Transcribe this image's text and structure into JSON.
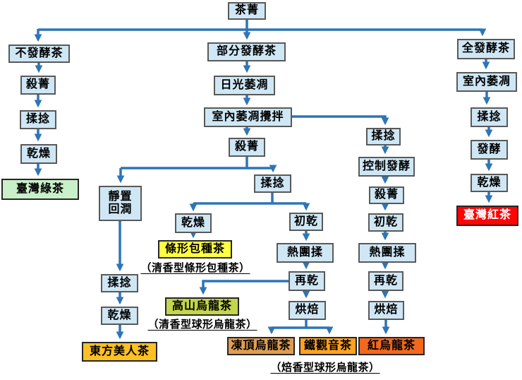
{
  "colors": {
    "process_fill": "#cfe7f5",
    "process_border": "#595959",
    "arrow": "#2e75b6",
    "green_tea_fill": "#c9f0c9",
    "black_tea_fill": "#ff0404",
    "black_tea_text": "#ffffff",
    "baozhong_fill": "#ffff42",
    "gaoshan_fill": "#c4d64b",
    "dongfang_fill": "#ffc022",
    "dongding_fill": "#e09d50",
    "tieguanyin_fill": "#ffa21f",
    "hongwulong_fill": "#f2681c"
  },
  "nodes": {
    "cha_jing": {
      "label": "茶菁"
    },
    "bu_fajiao_cha": {
      "label": "不發酵茶"
    },
    "sha_jing_a": {
      "label": "殺菁"
    },
    "rou_nian_a": {
      "label": "揉捻"
    },
    "gan_zao_a": {
      "label": "乾燥"
    },
    "taiwan_lv_cha": {
      "label": "臺灣綠茶"
    },
    "bufen_fajiao_cha": {
      "label": "部分發酵茶"
    },
    "riguang_weidiao": {
      "label": "日光萎凋"
    },
    "shinei_weidiao_jiaoban": {
      "label": "室內萎凋攪拌"
    },
    "sha_jing_m": {
      "label": "殺菁"
    },
    "jingzhi_huirun": {
      "label": "靜置\n回潤"
    },
    "rou_nian_b": {
      "label": "揉捻"
    },
    "gan_zao_b": {
      "label": "乾燥"
    },
    "dongfang_meiren_cha": {
      "label": "東方美人茶"
    },
    "gan_zao_c": {
      "label": "乾燥"
    },
    "tiaoxing_baozhong_cha": {
      "label": "條形包種茶"
    },
    "gaoshan_wulong_cha": {
      "label": "高山烏龍茶"
    },
    "rou_nian_d": {
      "label": "揉捻"
    },
    "chu_gan_d": {
      "label": "初乾"
    },
    "re_tuan_rou_d": {
      "label": "熱團揉"
    },
    "zai_gan_d": {
      "label": "再乾"
    },
    "hong_bei_d": {
      "label": "烘焙"
    },
    "dongding_wulong_cha": {
      "label": "凍頂烏龍茶"
    },
    "tieguanyin_cha": {
      "label": "鐵觀音茶"
    },
    "rou_nian_e": {
      "label": "揉捻"
    },
    "kongzhi_fajiao": {
      "label": "控制發酵"
    },
    "sha_jing_e": {
      "label": "殺菁"
    },
    "chu_gan_e": {
      "label": "初乾"
    },
    "re_tuan_rou_e": {
      "label": "熱團揉"
    },
    "zai_gan_e": {
      "label": "再乾"
    },
    "hong_bei_e": {
      "label": "烘焙"
    },
    "hong_wulong_cha": {
      "label": "紅烏龍茶"
    },
    "quan_fajiao_cha": {
      "label": "全發酵茶"
    },
    "shinei_weidiao": {
      "label": "室內萎凋"
    },
    "rou_nian_f": {
      "label": "揉捻"
    },
    "fa_jiao_f": {
      "label": "發酵"
    },
    "gan_zao_f": {
      "label": "乾燥"
    },
    "taiwan_hong_cha": {
      "label": "臺灣紅茶"
    }
  },
  "captions": {
    "qingxiang_tiaoxing": "（清香型條形包種茶）",
    "qingxiang_qiuxing": "（清香型球形烏龍茶）",
    "beixiang_qiuxing": "（焙香型球形烏龍茶）"
  }
}
